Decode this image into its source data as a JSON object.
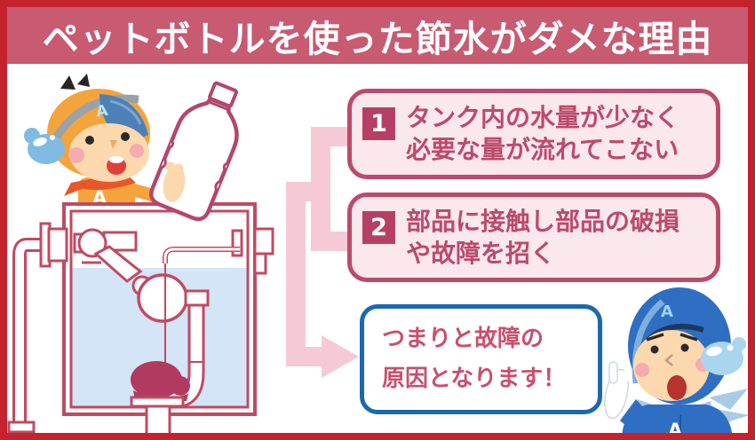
{
  "title": "ペットボトルを使った節水がダメな理由",
  "reasons": [
    {
      "number": "1",
      "lines": [
        "タンク内の水量が少なく",
        "必要な量が流れてこない"
      ]
    },
    {
      "number": "2",
      "lines": [
        "部品に接触し部品の破損",
        "や故障を招く"
      ]
    }
  ],
  "conclusion": {
    "lines": [
      "つまりと故障の",
      "原因となります！"
    ]
  },
  "badges": {
    "kid_hood_letter": "A",
    "kid_chest_letter": "A",
    "plumber_hood_letter": "A",
    "plumber_chest_letter": "A"
  },
  "icons": {
    "kid_mascot": "water-drop-icon",
    "plumber_mascot": "water-drop-icon"
  },
  "colors": {
    "frame_red": "#c4232e",
    "banner_rose": "#c85a72",
    "box_rose": "#bc4a6b",
    "box_bg_pink": "#fae8ec",
    "connector_pink": "#f6c9d6",
    "conclusion_blue": "#1a68b0",
    "tank_water_blue": "#d3e5f6",
    "flapper_dark_rose": "#b23a5e",
    "kid_orange": "#f4a43d",
    "plumber_blue": "#2e6fc4"
  }
}
